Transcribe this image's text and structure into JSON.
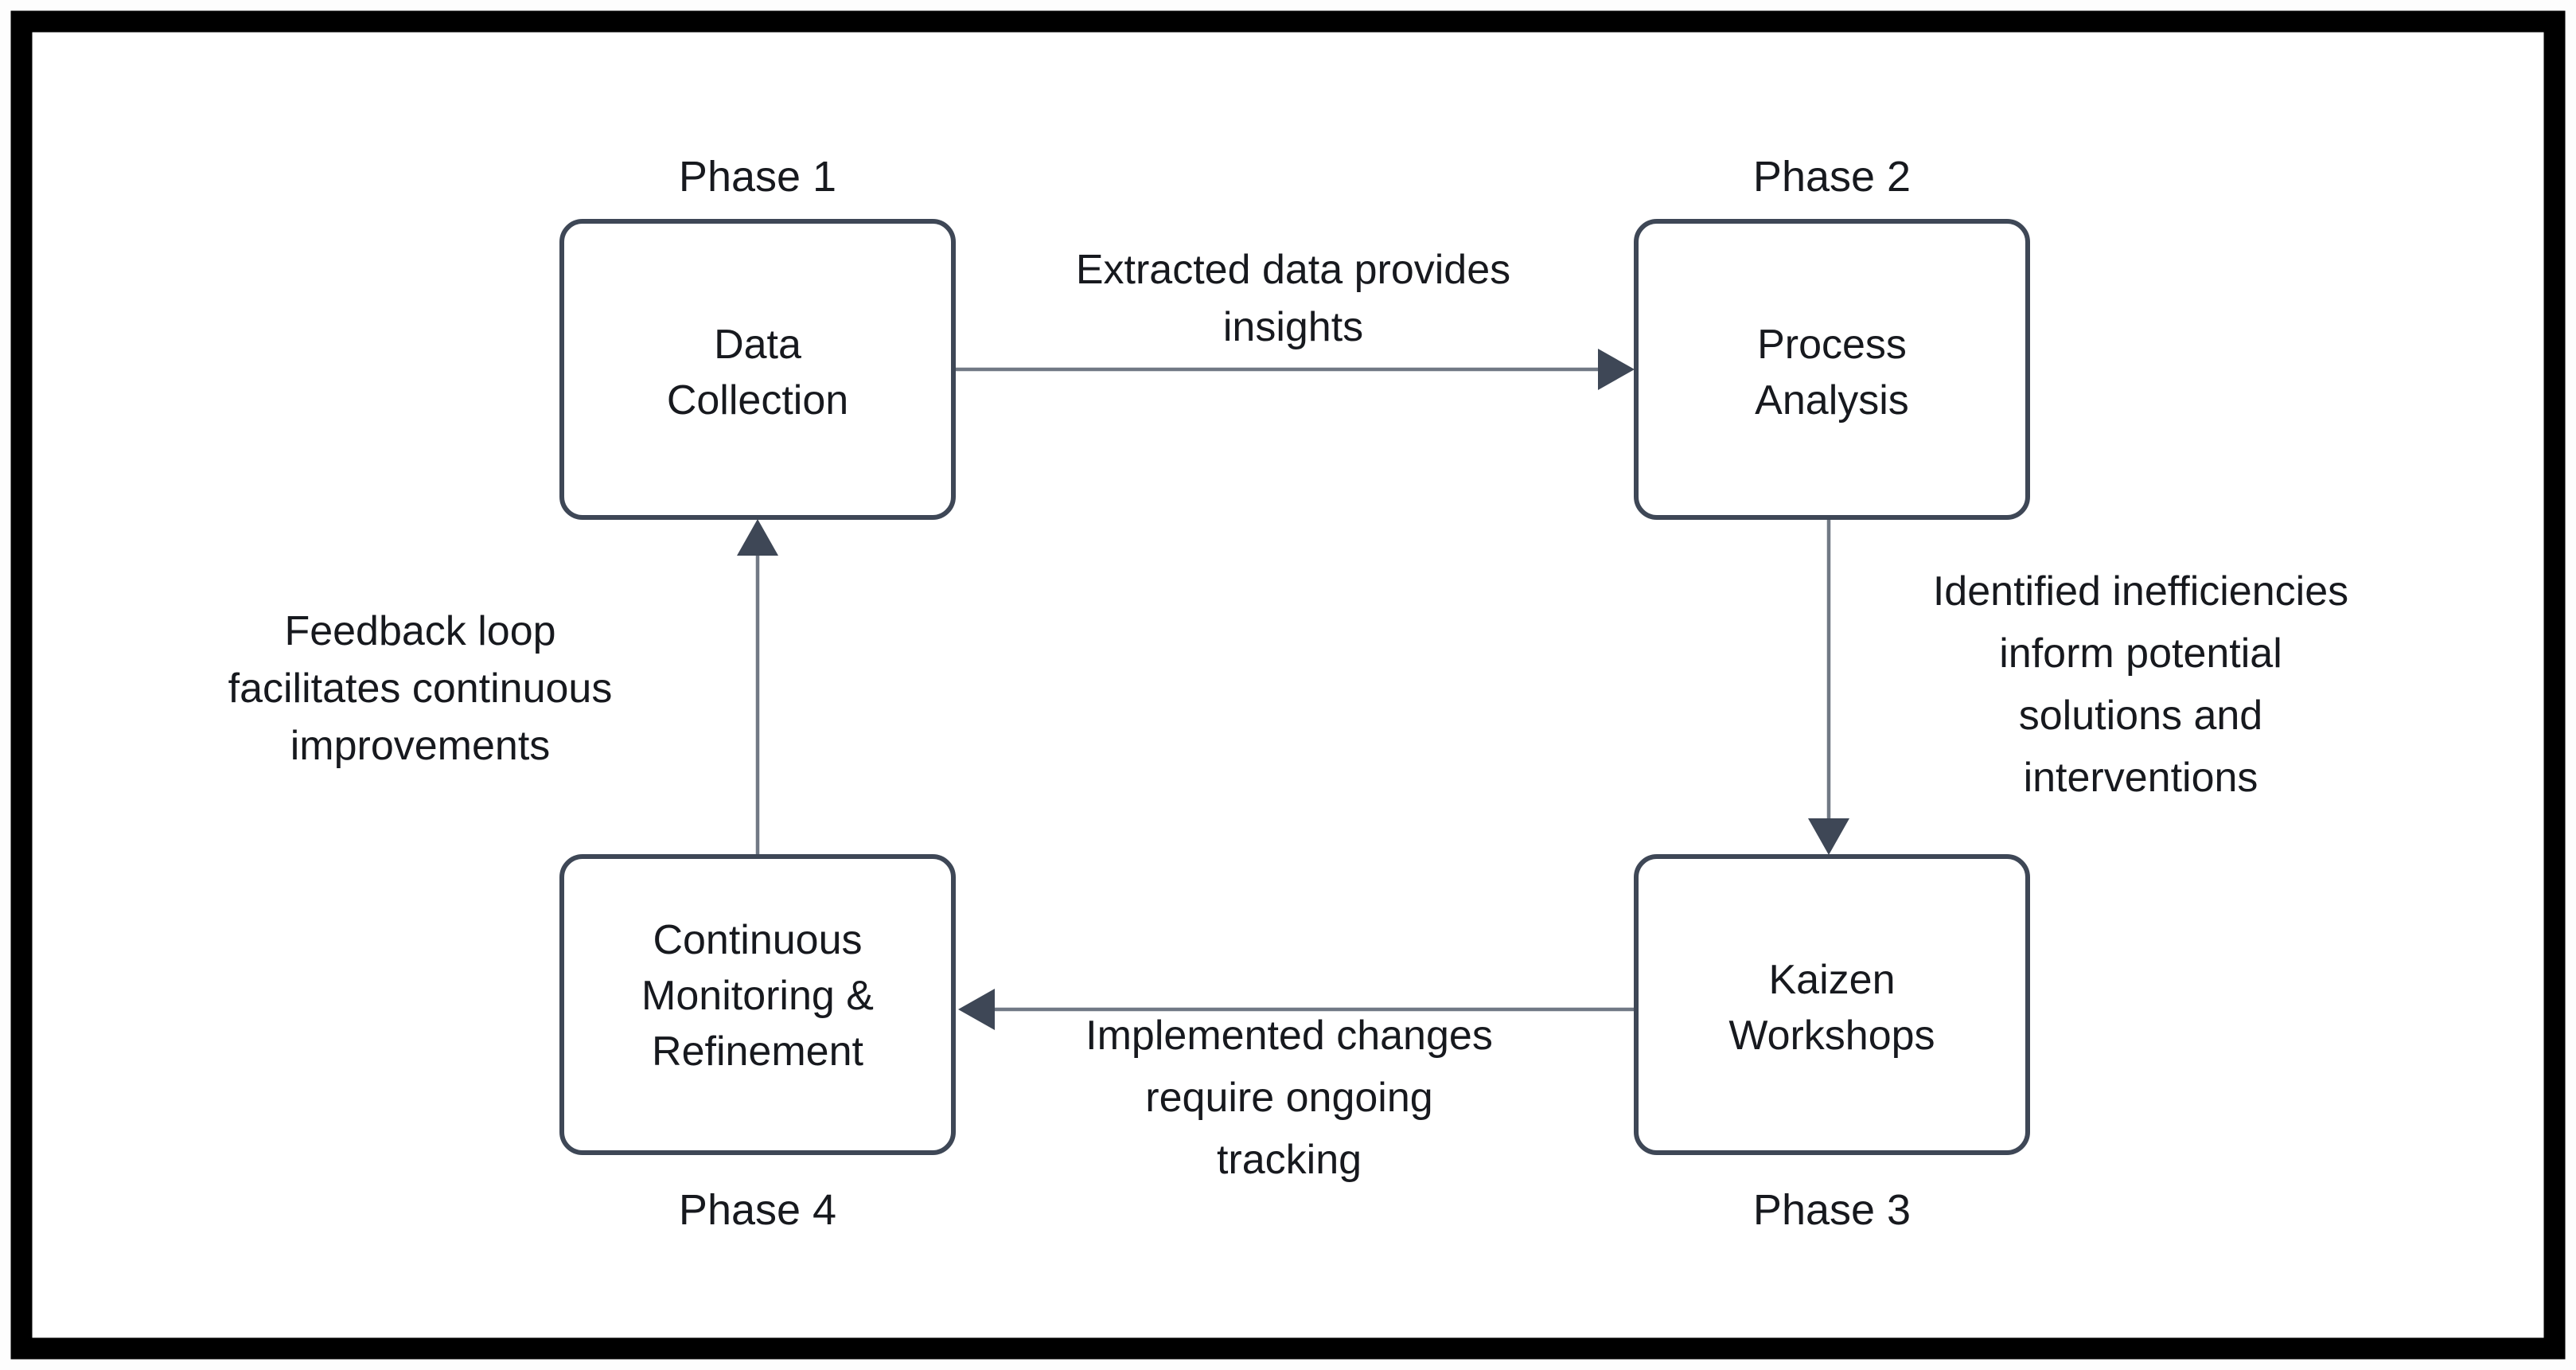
{
  "diagram_type": "cyclic-process-flowchart",
  "colors": {
    "frame_border": "#000000",
    "background": "#ffffff",
    "node_border": "#3e4756",
    "arrow_line": "#717985",
    "arrow_head": "#3e4756",
    "text": "#17191e"
  },
  "nodes": [
    {
      "id": "data-collection",
      "phase_label": "Phase 1",
      "lines": [
        "Data",
        "Collection"
      ]
    },
    {
      "id": "process-analysis",
      "phase_label": "Phase 2",
      "lines": [
        "Process",
        "Analysis"
      ]
    },
    {
      "id": "kaizen-workshops",
      "phase_label": "Phase 3",
      "lines": [
        "Kaizen",
        "Workshops"
      ]
    },
    {
      "id": "continuous-monitoring-refinement",
      "phase_label": "Phase 4",
      "lines": [
        "Continuous",
        "Monitoring &",
        "Refinement"
      ]
    }
  ],
  "edges": [
    {
      "from": "Phase 1",
      "to": "Phase 2",
      "direction": "right",
      "lines": [
        "Extracted data provides",
        "insights"
      ]
    },
    {
      "from": "Phase 2",
      "to": "Phase 3",
      "direction": "down",
      "lines": [
        "Identified inefficiencies",
        "inform potential",
        "solutions and",
        "interventions"
      ]
    },
    {
      "from": "Phase 3",
      "to": "Phase 4",
      "direction": "left",
      "lines": [
        "Implemented changes",
        "require ongoing",
        "tracking"
      ]
    },
    {
      "from": "Phase 4",
      "to": "Phase 1",
      "direction": "up",
      "lines": [
        "Feedback loop",
        "facilitates continuous",
        "improvements"
      ]
    }
  ]
}
